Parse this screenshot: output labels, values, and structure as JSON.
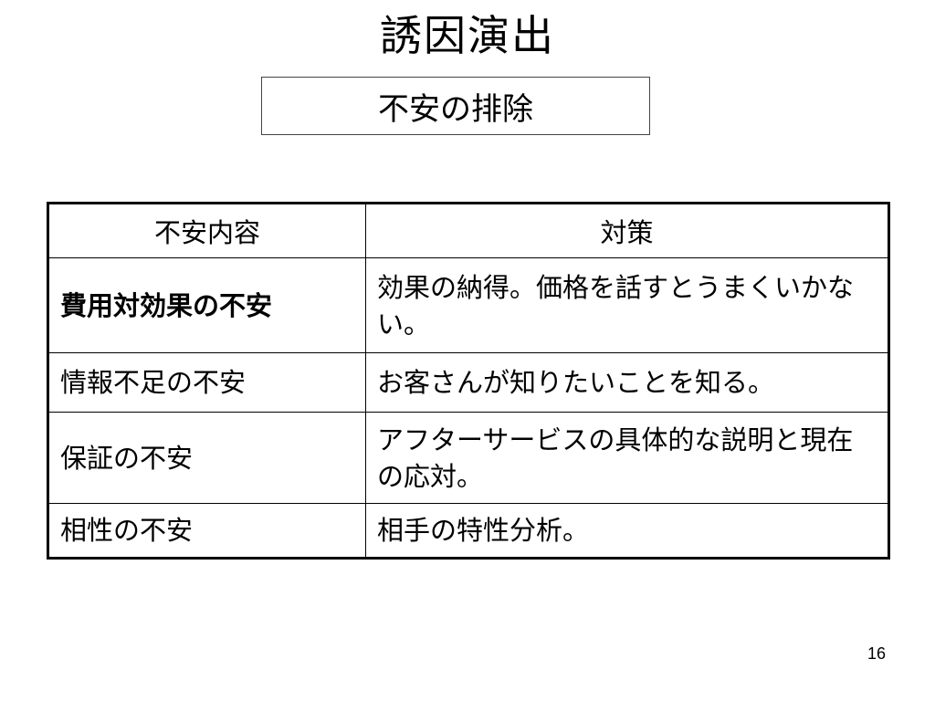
{
  "slide": {
    "title": "誘因演出",
    "subtitle": "不安の排除",
    "page_number": "16"
  },
  "table": {
    "headers": [
      "不安内容",
      "対策"
    ],
    "rows": [
      {
        "concern": "費用対効果の不安",
        "measure": "効果の納得。価格を話すとうまくいかない。"
      },
      {
        "concern": "情報不足の不安",
        "measure": "お客さんが知りたいことを知る。"
      },
      {
        "concern": "保証の不安",
        "measure": "アフターサービスの具体的な説明と現在の応対。"
      },
      {
        "concern": "相性の不安",
        "measure": "相手の特性分析。"
      }
    ]
  }
}
